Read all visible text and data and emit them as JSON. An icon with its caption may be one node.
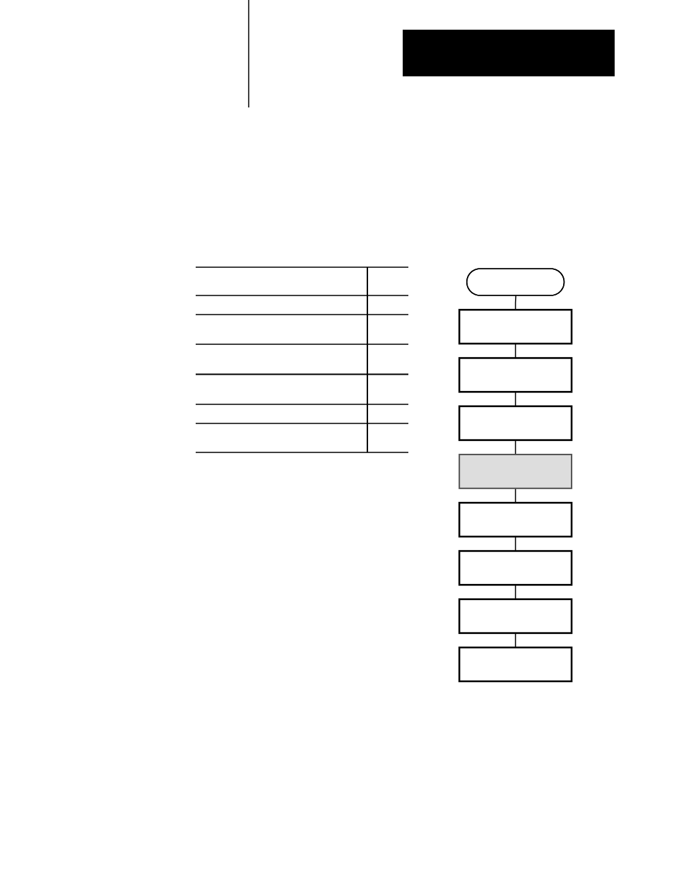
{
  "diagram": {
    "nodes": [
      {
        "text": [],
        "shape": "ellipse"
      },
      {
        "text": [],
        "shape": "box"
      },
      {
        "text": [],
        "shape": "box"
      },
      {
        "text": [],
        "shape": "box"
      },
      {
        "text": [],
        "shape": "box"
      },
      {
        "text": [],
        "shape": "box"
      },
      {
        "text": [],
        "shape": "box"
      },
      {
        "text": [],
        "shape": "box"
      },
      {
        "text": [],
        "shape": "box"
      }
    ],
    "edges": [
      {
        "from": 0,
        "to": 1,
        "arrow": "none"
      },
      {
        "from": 1,
        "to": 2,
        "arrow": "none"
      },
      {
        "from": 2,
        "to": 3,
        "arrow": "none"
      },
      {
        "from": 3,
        "to": 4,
        "arrow": "none"
      },
      {
        "from": 4,
        "to": 5,
        "arrow": "none"
      },
      {
        "from": 5,
        "to": 6,
        "arrow": "none"
      },
      {
        "from": 6,
        "to": 7,
        "arrow": "none"
      },
      {
        "from": 7,
        "to": 8,
        "arrow": "none"
      }
    ]
  }
}
